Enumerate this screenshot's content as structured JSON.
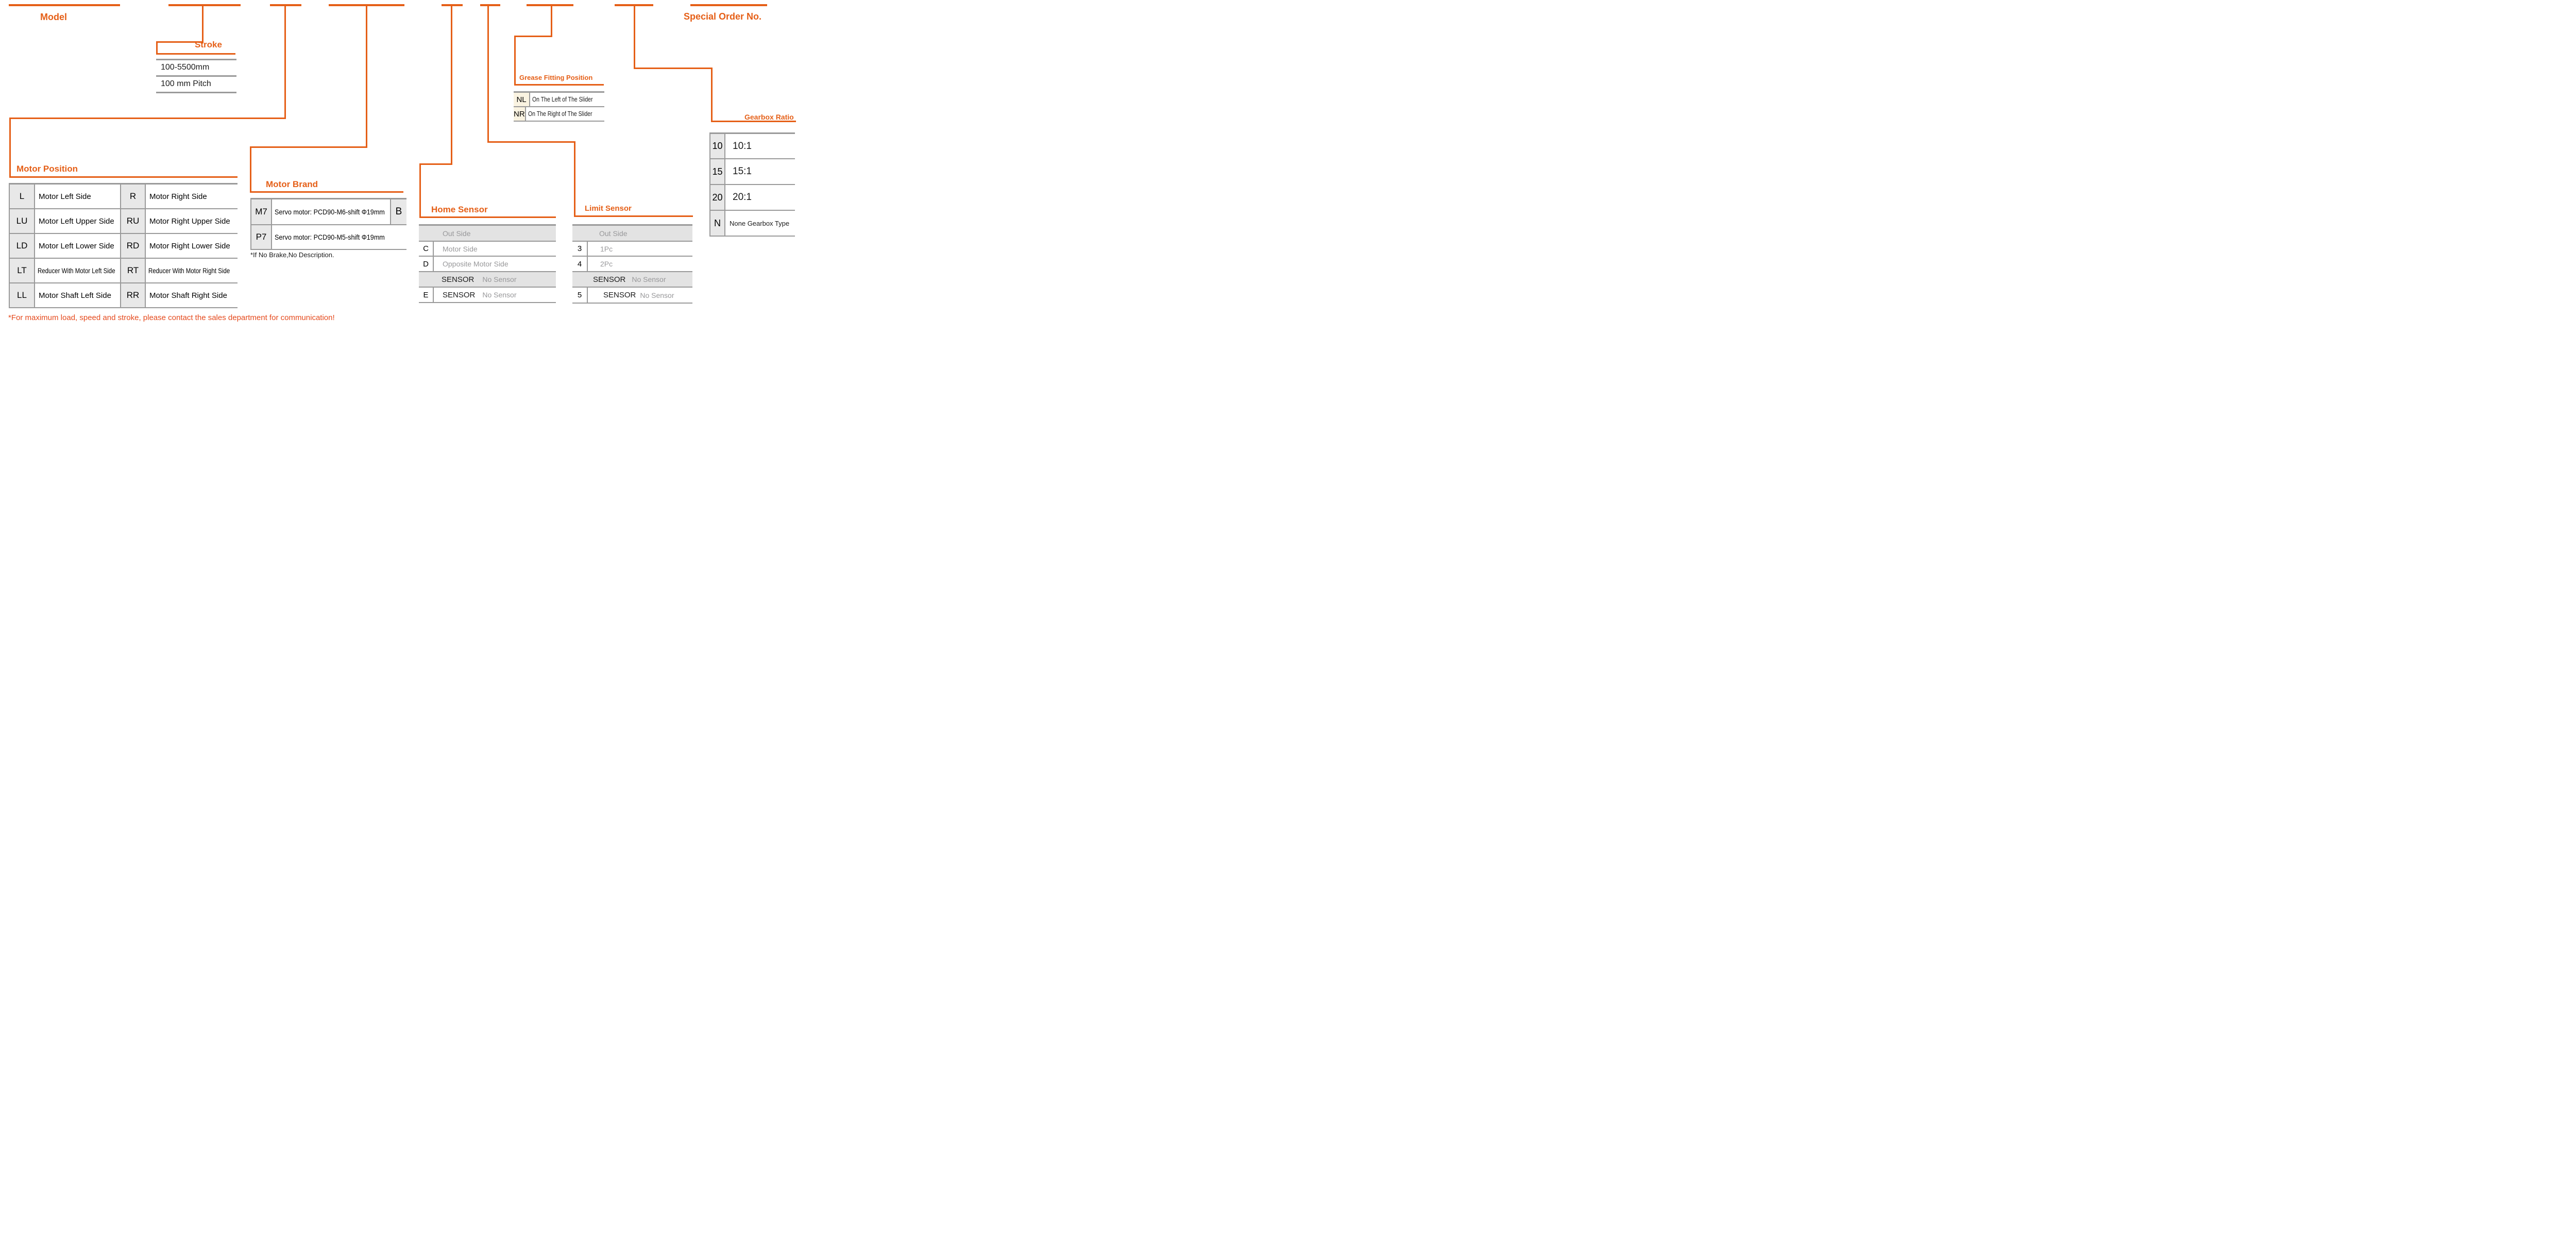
{
  "palette": {
    "accent_orange": "#e55f17",
    "footnote_red": "#e5491c",
    "border_gray": "#9a9a9a",
    "code_cell_gray": "#e8e8e8",
    "band_gray": "#e3e3e3",
    "muted_text_gray": "#98989a",
    "code_cell_cream": "#faf3e1"
  },
  "sections": {
    "model": {
      "label": "Model"
    },
    "stroke": {
      "label": "Stroke",
      "items": [
        "100-5500mm",
        "100 mm Pitch"
      ]
    },
    "motor_position": {
      "label": "Motor Position",
      "rows": [
        {
          "c1": "L",
          "d1": "Motor Left Side",
          "c2": "R",
          "d2": "Motor Right Side"
        },
        {
          "c1": "LU",
          "d1": "Motor Left Upper Side",
          "c2": "RU",
          "d2": "Motor Right Upper Side"
        },
        {
          "c1": "LD",
          "d1": "Motor Left Lower Side",
          "c2": "RD",
          "d2": "Motor Right Lower Side"
        },
        {
          "c1": "LT",
          "d1": "Reducer With Motor Left Side",
          "c2": "RT",
          "d2": "Reducer With Motor Right Side"
        },
        {
          "c1": "LL",
          "d1": "Motor Shaft Left Side",
          "c2": "RR",
          "d2": "Motor Shaft Right Side"
        }
      ]
    },
    "motor_brand": {
      "label": "Motor Brand",
      "rows": [
        {
          "code": "M7",
          "desc": "Servo motor: PCD90-M6-shift Φ19mm",
          "brake": "B"
        },
        {
          "code": "P7",
          "desc": "Servo motor: PCD90-M5-shift Φ19mm",
          "brake": ""
        }
      ],
      "note": "*If No Brake,No Description."
    },
    "home_sensor": {
      "label": "Home Sensor",
      "header": "Out Side",
      "rows": [
        {
          "code": "C",
          "desc": "Motor Side"
        },
        {
          "code": "D",
          "desc": "Opposite Motor Side"
        }
      ],
      "sensor_row": {
        "strong": "SENSOR",
        "muted": "No Sensor"
      },
      "e_row": {
        "code": "E",
        "strong": "SENSOR",
        "muted": "No Sensor"
      }
    },
    "limit_sensor": {
      "label": "Limit Sensor",
      "header": "Out Side",
      "rows": [
        {
          "code": "3",
          "desc": "1Pc"
        },
        {
          "code": "4",
          "desc": "2Pc"
        }
      ],
      "sensor_row": {
        "strong": "SENSOR",
        "muted": "No Sensor"
      },
      "five_row": {
        "code": "5",
        "strong": "SENSOR",
        "muted": "No Sensor"
      }
    },
    "grease": {
      "label": "Grease Fitting Position",
      "rows": [
        {
          "code": "NL",
          "desc": "On The Left of The Slider"
        },
        {
          "code": "NR",
          "desc": "On The Right of The Slider"
        }
      ]
    },
    "gearbox": {
      "label": "Gearbox Ratio",
      "rows": [
        {
          "code": "10",
          "desc": "10:1"
        },
        {
          "code": "15",
          "desc": "15:1"
        },
        {
          "code": "20",
          "desc": "20:1"
        },
        {
          "code": "N",
          "desc": "None Gearbox Type"
        }
      ]
    },
    "special_order": {
      "label": "Special Order No."
    }
  },
  "footnote": "*For maximum load, speed and stroke, please contact the sales department for communication!"
}
